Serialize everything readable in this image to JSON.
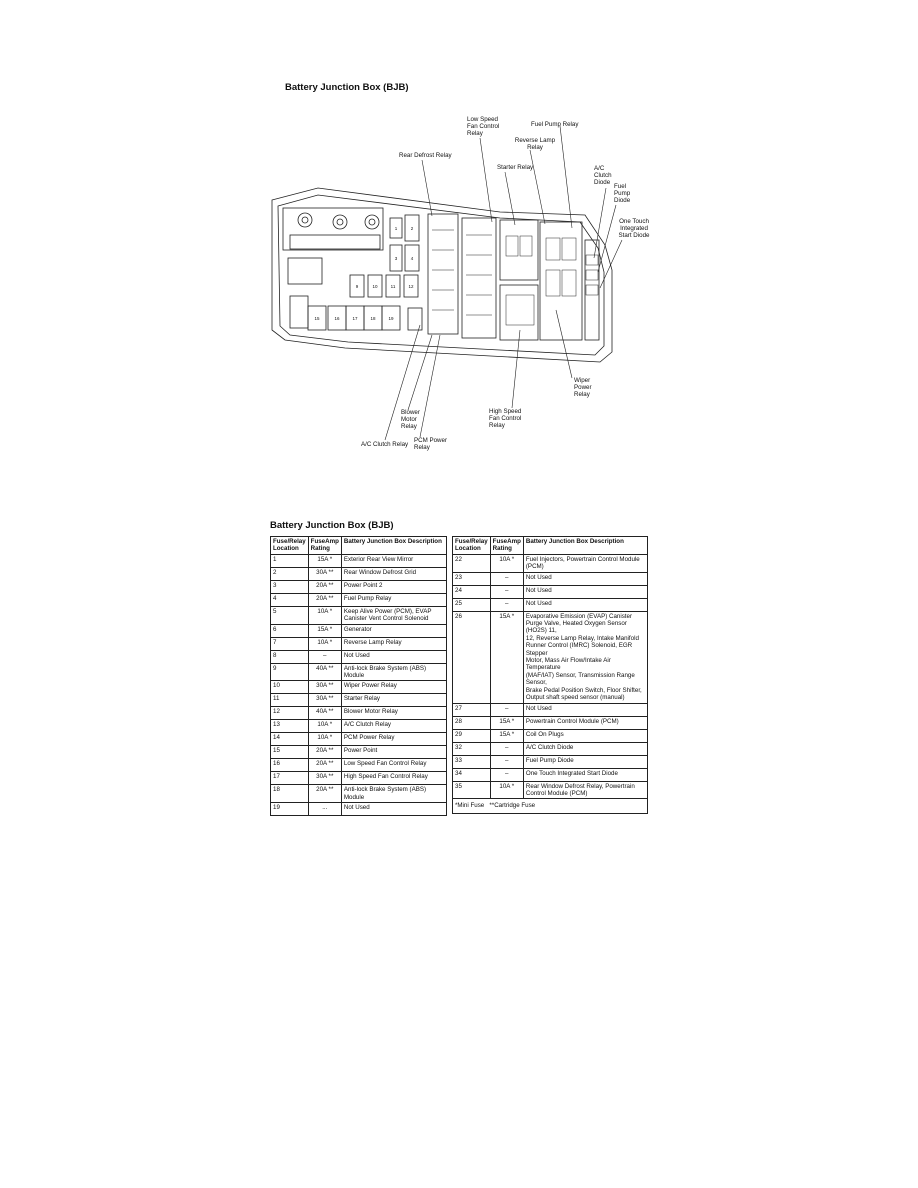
{
  "diagram": {
    "title": "Battery Junction Box (BJB)",
    "labels": {
      "low_speed": "Low Speed\nFan Control\nRelay",
      "fuel_pump_relay": "Fuel Pump Relay",
      "reverse_lamp": "Reverse Lamp\nRelay",
      "rear_defrost": "Rear Defrost Relay",
      "starter": "Starter Relay",
      "ac_clutch_diode": "A/C\nClutch\nDiode",
      "fuel_pump_diode": "Fuel\nPump\nDiode",
      "one_touch": "One Touch\nIntegrated\nStart Diode",
      "wiper": "Wiper\nPower\nRelay",
      "high_speed": "High Speed\nFan Control\nRelay",
      "blower": "Blower\nMotor\nRelay",
      "pcm_power": "PCM Power\nRelay",
      "ac_clutch_relay": "A/C Clutch Relay"
    },
    "fuse_numbers": [
      "1",
      "2",
      "3",
      "4",
      "9",
      "10",
      "11",
      "12",
      "15",
      "16",
      "17",
      "18",
      "19"
    ]
  },
  "table": {
    "title": "Battery Junction Box (BJB)",
    "headers": [
      "Fuse/Relay\nLocation",
      "FuseAmp\nRating",
      "Battery Junction Box Description"
    ],
    "left_rows": [
      [
        "1",
        "15A *",
        "Exterior Rear View Mirror"
      ],
      [
        "2",
        "30A **",
        "Rear Window Defrost Grid"
      ],
      [
        "3",
        "20A **",
        "Power Point 2"
      ],
      [
        "4",
        "20A **",
        "Fuel Pump Relay"
      ],
      [
        "5",
        "10A *",
        "Keep Alive Power (PCM), EVAP\nCanister Vent Control Solenoid"
      ],
      [
        "6",
        "15A *",
        "Generator"
      ],
      [
        "7",
        "10A *",
        "Reverse Lamp Relay"
      ],
      [
        "8",
        "–",
        "Not Used"
      ],
      [
        "9",
        "40A **",
        "Anti-lock Brake System (ABS) Module"
      ],
      [
        "10",
        "30A **",
        "Wiper Power Relay"
      ],
      [
        "11",
        "30A **",
        "Starter Relay"
      ],
      [
        "12",
        "40A **",
        "Blower Motor Relay"
      ],
      [
        "13",
        "10A *",
        "A/C Clutch Relay"
      ],
      [
        "14",
        "10A *",
        "PCM Power Relay"
      ],
      [
        "15",
        "20A **",
        "Power Point"
      ],
      [
        "16",
        "20A **",
        "Low Speed Fan Control Relay"
      ],
      [
        "17",
        "30A **",
        "High Speed Fan Control Relay"
      ],
      [
        "18",
        "20A **",
        "Anti-lock Brake System (ABS) Module"
      ],
      [
        "19",
        "...",
        "Not Used"
      ]
    ],
    "right_rows": [
      [
        "22",
        "10A *",
        "Fuel Injectors, Powertrain Control Module (PCM)"
      ],
      [
        "23",
        "–",
        "Not Used"
      ],
      [
        "24",
        "–",
        "Not Used"
      ],
      [
        "25",
        "–",
        "Not Used"
      ],
      [
        "26",
        "15A *",
        "Evaporative Emission (EVAP) Canister\nPurge Valve, Heated Oxygen Sensor (HO2S) 11,\n12, Reverse Lamp Relay, Intake Manifold\nRunner Control (IMRC) Solenoid, EGR Stepper\nMotor, Mass Air Flow/Intake Air Temperature\n(MAF/IAT) Sensor, Transmission Range Sensor,\nBrake Pedal Position Switch, Floor Shifter,\nOutput shaft speed sensor (manual)"
      ],
      [
        "27",
        "–",
        "Not Used"
      ],
      [
        "28",
        "15A *",
        "Powertrain Control Module (PCM)"
      ],
      [
        "29",
        "15A *",
        "Coil On Plugs"
      ],
      [
        "32",
        "–",
        "A/C Clutch Diode"
      ],
      [
        "33",
        "–",
        "Fuel Pump Diode"
      ],
      [
        "34",
        "–",
        "One Touch Integrated Start Diode"
      ],
      [
        "35",
        "10A *",
        "Rear Window Defrost Relay, Powertrain\nControl Module (PCM)"
      ]
    ],
    "footnote": "*Mini Fuse   **Cartridge Fuse"
  }
}
